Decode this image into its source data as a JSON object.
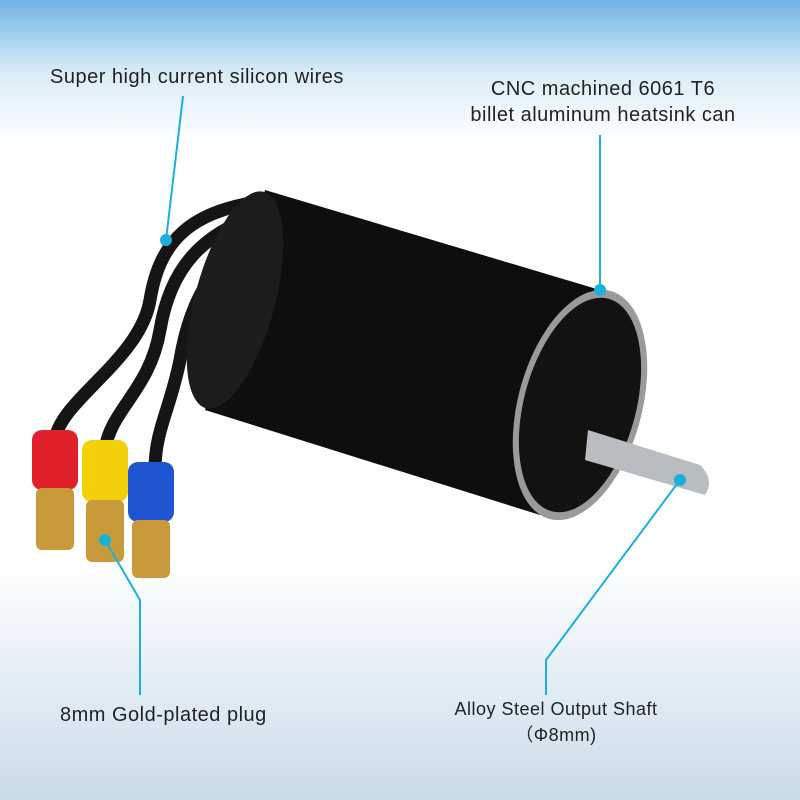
{
  "callouts": {
    "wires": "Super high current silicon wires",
    "can_line1": "CNC machined 6061 T6",
    "can_line2": "billet aluminum heatsink can",
    "plug": "8mm Gold-plated plug",
    "shaft_line1": "Alloy Steel Output Shaft",
    "shaft_line2": "（Φ8mm)"
  },
  "colors": {
    "accent": "#1ab0d8",
    "motor": "#111111",
    "wire_red": "#e0202a",
    "wire_yellow": "#f2d00a",
    "wire_blue": "#1f55d0",
    "gold": "#c99a3a"
  }
}
